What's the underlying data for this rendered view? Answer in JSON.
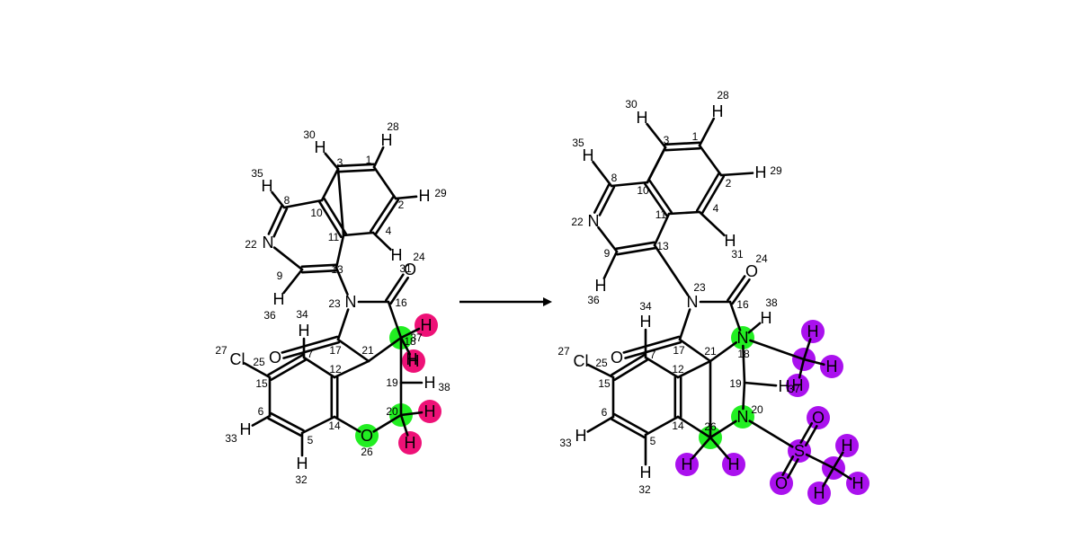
{
  "colors": {
    "green": "#22ee22",
    "pink": "#ee1177",
    "purple": "#aa11ee",
    "bond": "#000000"
  },
  "reaction_arrow": {
    "icon": "right-arrow-icon"
  },
  "reactant": {
    "atoms": [
      {
        "el": "",
        "idx": "1"
      },
      {
        "el": "",
        "idx": "2"
      },
      {
        "el": "",
        "idx": "3"
      },
      {
        "el": "",
        "idx": "4"
      },
      {
        "el": "",
        "idx": "5"
      },
      {
        "el": "",
        "idx": "6"
      },
      {
        "el": "",
        "idx": "7"
      },
      {
        "el": "",
        "idx": "8"
      },
      {
        "el": "",
        "idx": "9"
      },
      {
        "el": "",
        "idx": "10"
      },
      {
        "el": "",
        "idx": "11"
      },
      {
        "el": "",
        "idx": "12"
      },
      {
        "el": "",
        "idx": "13"
      },
      {
        "el": "",
        "idx": "14"
      },
      {
        "el": "",
        "idx": "15"
      },
      {
        "el": "",
        "idx": "16"
      },
      {
        "el": "",
        "idx": "17"
      },
      {
        "el": "",
        "idx": "18",
        "hl": "green"
      },
      {
        "el": "",
        "idx": "19"
      },
      {
        "el": "",
        "idx": "20",
        "hl": "green"
      },
      {
        "el": "",
        "idx": "21"
      },
      {
        "el": "N",
        "idx": "22"
      },
      {
        "el": "N",
        "idx": "23"
      },
      {
        "el": "O",
        "idx": "24"
      },
      {
        "el": "Cl",
        "idx": "25"
      },
      {
        "el": "O",
        "idx": "26",
        "hl": "green"
      },
      {
        "el": "O",
        "idx": "27"
      },
      {
        "el": "H",
        "idx": "28"
      },
      {
        "el": "H",
        "idx": "29"
      },
      {
        "el": "H",
        "idx": "30"
      },
      {
        "el": "H",
        "idx": "31"
      },
      {
        "el": "H",
        "idx": "32"
      },
      {
        "el": "H",
        "idx": "33"
      },
      {
        "el": "H",
        "idx": "34"
      },
      {
        "el": "H",
        "idx": "35"
      },
      {
        "el": "H",
        "idx": "36"
      },
      {
        "el": "H",
        "idx": "37"
      },
      {
        "el": "H",
        "idx": "38"
      },
      {
        "el": "H",
        "idx": "",
        "hl": "pink"
      },
      {
        "el": "H",
        "idx": "",
        "hl": "pink"
      },
      {
        "el": "H",
        "idx": "",
        "hl": "pink"
      },
      {
        "el": "H",
        "idx": "",
        "hl": "pink"
      }
    ]
  },
  "product": {
    "atoms": [
      {
        "el": "",
        "idx": "1"
      },
      {
        "el": "",
        "idx": "2"
      },
      {
        "el": "",
        "idx": "3"
      },
      {
        "el": "",
        "idx": "4"
      },
      {
        "el": "",
        "idx": "5"
      },
      {
        "el": "",
        "idx": "6"
      },
      {
        "el": "",
        "idx": "7"
      },
      {
        "el": "",
        "idx": "8"
      },
      {
        "el": "",
        "idx": "9"
      },
      {
        "el": "",
        "idx": "10"
      },
      {
        "el": "",
        "idx": "11"
      },
      {
        "el": "",
        "idx": "12"
      },
      {
        "el": "",
        "idx": "13"
      },
      {
        "el": "",
        "idx": "14"
      },
      {
        "el": "",
        "idx": "15"
      },
      {
        "el": "",
        "idx": "16"
      },
      {
        "el": "",
        "idx": "17"
      },
      {
        "el": "N",
        "idx": "18",
        "hl": "green"
      },
      {
        "el": "",
        "idx": "19"
      },
      {
        "el": "N",
        "idx": "20",
        "hl": "green"
      },
      {
        "el": "",
        "idx": "21"
      },
      {
        "el": "N",
        "idx": "22"
      },
      {
        "el": "N",
        "idx": "23"
      },
      {
        "el": "O",
        "idx": "24"
      },
      {
        "el": "Cl",
        "idx": "25"
      },
      {
        "el": "",
        "idx": "26",
        "hl": "green"
      },
      {
        "el": "O",
        "idx": "27"
      },
      {
        "el": "H",
        "idx": "28"
      },
      {
        "el": "H",
        "idx": "29"
      },
      {
        "el": "H",
        "idx": "30"
      },
      {
        "el": "H",
        "idx": "31"
      },
      {
        "el": "H",
        "idx": "32"
      },
      {
        "el": "H",
        "idx": "33"
      },
      {
        "el": "H",
        "idx": "34"
      },
      {
        "el": "H",
        "idx": "35"
      },
      {
        "el": "H",
        "idx": "36"
      },
      {
        "el": "H",
        "idx": "37"
      },
      {
        "el": "H",
        "idx": "38"
      },
      {
        "el": "",
        "idx": "",
        "hl": "purple"
      },
      {
        "el": "H",
        "idx": "",
        "hl": "purple"
      },
      {
        "el": "H",
        "idx": "",
        "hl": "purple"
      },
      {
        "el": "H",
        "idx": "",
        "hl": "purple"
      },
      {
        "el": "S",
        "idx": "",
        "hl": "purple"
      },
      {
        "el": "O",
        "idx": "",
        "hl": "purple"
      },
      {
        "el": "O",
        "idx": "",
        "hl": "purple"
      },
      {
        "el": "",
        "idx": "",
        "hl": "purple"
      },
      {
        "el": "H",
        "idx": "",
        "hl": "purple"
      },
      {
        "el": "H",
        "idx": "",
        "hl": "purple"
      },
      {
        "el": "H",
        "idx": "",
        "hl": "purple"
      },
      {
        "el": "H",
        "idx": "",
        "hl": "purple"
      },
      {
        "el": "H",
        "idx": "",
        "hl": "purple"
      }
    ]
  }
}
